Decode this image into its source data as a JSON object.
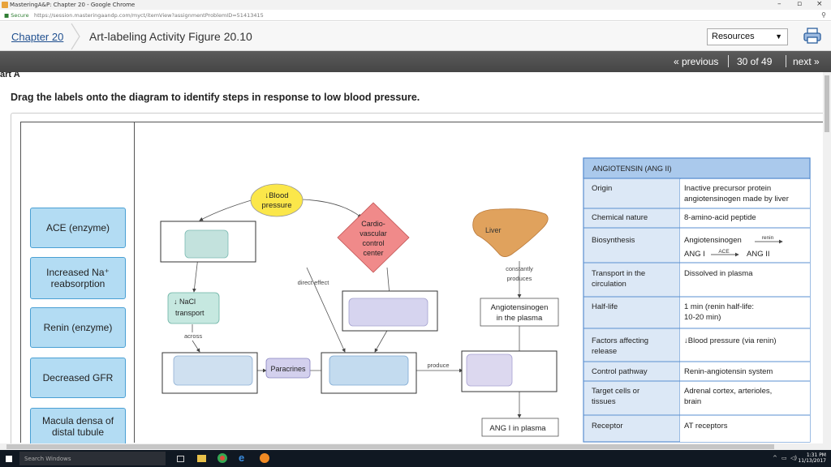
{
  "browser": {
    "window_title": "MasteringA&P: Chapter 20 - Google Chrome",
    "secure_label": "Secure",
    "url": "https://session.masteringaandp.com/myct/itemView?assignmentProblemID=51413415"
  },
  "header": {
    "chapter_link": "Chapter 20",
    "activity_title": "Art-labeling Activity Figure 20.10",
    "resources_label": "Resources"
  },
  "nav": {
    "previous": "« previous",
    "position": "30 of 49",
    "next": "next »"
  },
  "part_label": "art A",
  "instructions": "Drag the labels onto the diagram to identify steps in response to low blood pressure.",
  "labels": [
    {
      "text": "ACE (enzyme)"
    },
    {
      "text": "Increased Na⁺ reabsorption"
    },
    {
      "text": "Renin (enzyme)"
    },
    {
      "text": "Decreased GFR"
    },
    {
      "text": "Macula densa of distal tubule"
    }
  ],
  "diagram": {
    "blood_pressure_line1": "↓Blood",
    "blood_pressure_line2": "pressure",
    "cv_line1": "Cardio-",
    "cv_line2": "vascular",
    "cv_line3": "control",
    "cv_line4": "center",
    "direct_effect": "direct effect",
    "nacl_line1": "↓ NaCl",
    "nacl_line2": "transport",
    "across": "across",
    "paracrines": "Paracrines",
    "produce": "produce",
    "liver": "Liver",
    "constantly": "constantly",
    "produces": "produces",
    "angio_line1": "Angiotensinogen",
    "angio_line2": "in the plasma",
    "ang1_plasma": "ANG I in plasma"
  },
  "table": {
    "title": "ANGIOTENSIN (ANG II)",
    "rows": [
      {
        "k": "Origin",
        "v1": "Inactive precursor protein",
        "v2": "angiotensinogen made by liver"
      },
      {
        "k": "Chemical nature",
        "v1": "8-amino-acid peptide",
        "v2": ""
      },
      {
        "k": "Biosynthesis",
        "v1": "Angiotensinogen",
        "v2": "ANG I"
      },
      {
        "k": "Transport in the",
        "k2": "circulation",
        "v1": "Dissolved in plasma",
        "v2": ""
      },
      {
        "k": "Half-life",
        "v1": "1 min (renin half-life:",
        "v2": "10-20 min)"
      },
      {
        "k": "Factors affecting",
        "k2": "release",
        "v1": "↓Blood pressure (via renin)",
        "v2": ""
      },
      {
        "k": "Control pathway",
        "v1": "Renin-angiotensin system",
        "v2": ""
      },
      {
        "k": "Target cells or",
        "k2": "tissues",
        "v1": "Adrenal cortex, arterioles,",
        "v2": "brain"
      },
      {
        "k": "Receptor",
        "v1": "AT receptors",
        "v2": ""
      }
    ],
    "renin_small": "renin",
    "ace_small": "ACE",
    "ang2": "ANG II"
  },
  "taskbar": {
    "search": "Search Windows",
    "time": "1:31 PM",
    "date": "11/13/2017"
  }
}
